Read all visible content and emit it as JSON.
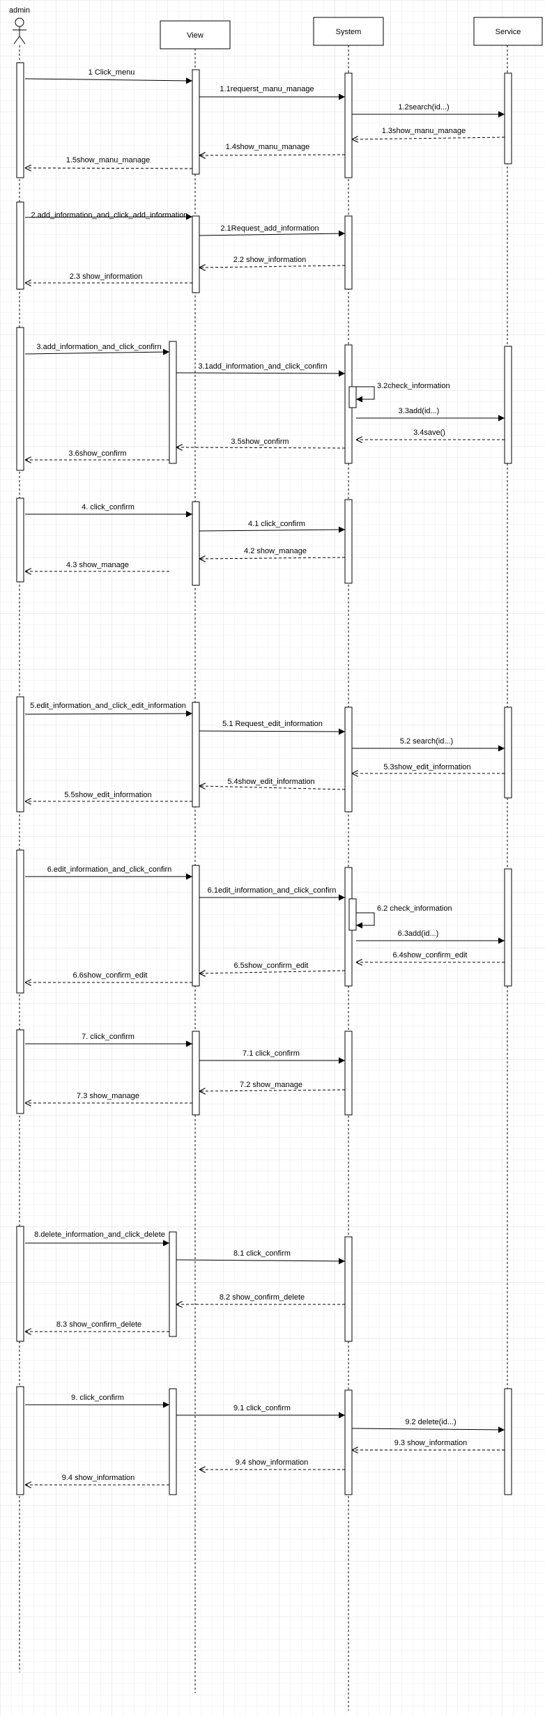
{
  "participants": [
    {
      "id": "admin",
      "label": "admin",
      "kind": "actor"
    },
    {
      "id": "view",
      "label": "View",
      "kind": "box"
    },
    {
      "id": "system",
      "label": "System",
      "kind": "box"
    },
    {
      "id": "service",
      "label": "Service",
      "kind": "box"
    }
  ],
  "messages": [
    {
      "label": "1 Click_menu",
      "from": "admin",
      "to": "view",
      "kind": "sync"
    },
    {
      "label": "1.1requerst_manu_manage",
      "from": "view",
      "to": "system",
      "kind": "sync"
    },
    {
      "label": "1.2search(id...)",
      "from": "system",
      "to": "service",
      "kind": "sync"
    },
    {
      "label": "1.3show_manu_manage",
      "from": "service",
      "to": "system",
      "kind": "return"
    },
    {
      "label": "1.4show_manu_manage",
      "from": "system",
      "to": "view",
      "kind": "return"
    },
    {
      "label": "1.5show_manu_manage",
      "from": "view",
      "to": "admin",
      "kind": "return"
    },
    {
      "label": "2.add_information_and_click_add_information",
      "from": "admin",
      "to": "view",
      "kind": "sync"
    },
    {
      "label": "2.1Request_add_information",
      "from": "view",
      "to": "system",
      "kind": "sync"
    },
    {
      "label": "2.2 show_information",
      "from": "system",
      "to": "view",
      "kind": "return"
    },
    {
      "label": "2.3 show_information",
      "from": "view",
      "to": "admin",
      "kind": "return"
    },
    {
      "label": "3.add_information_and_click_confirn",
      "from": "admin",
      "to": "view",
      "kind": "sync"
    },
    {
      "label": "3.1add_information_and_click_confirn",
      "from": "view",
      "to": "system",
      "kind": "sync"
    },
    {
      "label": "3.2check_information",
      "from": "system",
      "to": "system",
      "kind": "self"
    },
    {
      "label": "3.3add(id...)",
      "from": "system",
      "to": "service",
      "kind": "sync"
    },
    {
      "label": "3.4save()",
      "from": "service",
      "to": "system",
      "kind": "return"
    },
    {
      "label": "3.5show_confirm",
      "from": "system",
      "to": "view",
      "kind": "return"
    },
    {
      "label": "3.6show_confirm",
      "from": "view",
      "to": "admin",
      "kind": "return"
    },
    {
      "label": "4. click_confirm",
      "from": "admin",
      "to": "view",
      "kind": "sync"
    },
    {
      "label": "4.1 click_confirm",
      "from": "view",
      "to": "system",
      "kind": "sync"
    },
    {
      "label": "4.2 show_manage",
      "from": "system",
      "to": "view",
      "kind": "return"
    },
    {
      "label": "4.3 show_manage",
      "from": "view",
      "to": "admin",
      "kind": "return"
    },
    {
      "label": "5.edit_information_and_click_edit_information",
      "from": "admin",
      "to": "view",
      "kind": "sync"
    },
    {
      "label": "5.1 Request_edit_information",
      "from": "view",
      "to": "system",
      "kind": "sync"
    },
    {
      "label": "5.2 search(id...)",
      "from": "system",
      "to": "service",
      "kind": "sync"
    },
    {
      "label": "5.3show_edit_information",
      "from": "service",
      "to": "system",
      "kind": "return"
    },
    {
      "label": "5.4show_edit_information",
      "from": "system",
      "to": "view",
      "kind": "return"
    },
    {
      "label": "5.5show_edit_information",
      "from": "view",
      "to": "admin",
      "kind": "return"
    },
    {
      "label": "6.edit_information_and_click_confirn",
      "from": "admin",
      "to": "view",
      "kind": "sync"
    },
    {
      "label": "6.1edit_information_and_click_confirn",
      "from": "view",
      "to": "system",
      "kind": "sync"
    },
    {
      "label": "6.2 check_information",
      "from": "system",
      "to": "system",
      "kind": "self"
    },
    {
      "label": "6.3add(id...)",
      "from": "system",
      "to": "service",
      "kind": "sync"
    },
    {
      "label": "6.4show_confirm_edit",
      "from": "service",
      "to": "system",
      "kind": "return"
    },
    {
      "label": "6.5show_confirm_edit",
      "from": "system",
      "to": "view",
      "kind": "return"
    },
    {
      "label": "6.6show_confirm_edit",
      "from": "view",
      "to": "admin",
      "kind": "return"
    },
    {
      "label": "7. click_confirm",
      "from": "admin",
      "to": "view",
      "kind": "sync"
    },
    {
      "label": "7.1 click_confirm",
      "from": "view",
      "to": "system",
      "kind": "sync"
    },
    {
      "label": "7.2 show_manage",
      "from": "system",
      "to": "view",
      "kind": "return"
    },
    {
      "label": "7.3 show_manage",
      "from": "view",
      "to": "admin",
      "kind": "return"
    },
    {
      "label": "8.delete_information_and_click_delete",
      "from": "admin",
      "to": "view",
      "kind": "sync"
    },
    {
      "label": "8.1 click_confirm",
      "from": "view",
      "to": "system",
      "kind": "sync"
    },
    {
      "label": "8.2 show_confirm_delete",
      "from": "system",
      "to": "view",
      "kind": "return"
    },
    {
      "label": "8.3 show_confirm_delete",
      "from": "view",
      "to": "admin",
      "kind": "return"
    },
    {
      "label": "9. click_confirm",
      "from": "admin",
      "to": "view",
      "kind": "sync"
    },
    {
      "label": "9.1 click_confirm",
      "from": "view",
      "to": "system",
      "kind": "sync"
    },
    {
      "label": "9.2 delete(id...)",
      "from": "system",
      "to": "service",
      "kind": "sync"
    },
    {
      "label": "9.3 show_information",
      "from": "service",
      "to": "system",
      "kind": "return"
    },
    {
      "label": "9.4 show_information",
      "from": "system",
      "to": "view",
      "kind": "return"
    },
    {
      "label": "9.4 show_information",
      "from": "view",
      "to": "admin",
      "kind": "return"
    }
  ],
  "colors": {
    "background": "#ffffff",
    "grid": "#e8e8e8",
    "line": "#000000",
    "text": "#000000"
  }
}
